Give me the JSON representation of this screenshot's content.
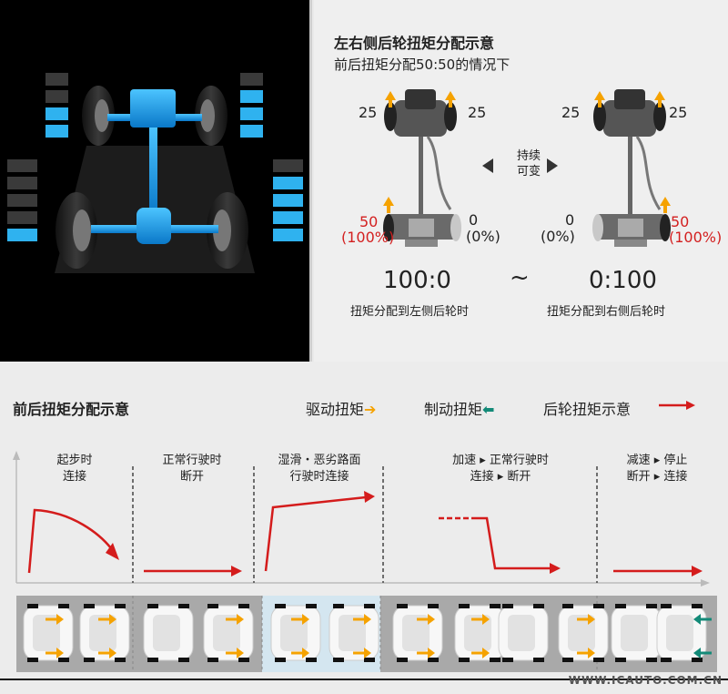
{
  "torque_split": {
    "title": "左右侧后轮扭矩分配示意",
    "subtitle": "前后扭矩分配50:50的情况下",
    "left_case": {
      "front_left": "25",
      "front_right": "25",
      "rear_left": "50",
      "rear_left_pct": "(100%)",
      "rear_right": "0",
      "rear_right_pct": "(0%)",
      "ratio": "100:0",
      "caption": "扭矩分配到左侧后轮时"
    },
    "right_case": {
      "front_left": "25",
      "front_right": "25",
      "rear_left": "0",
      "rear_left_pct": "(0%)",
      "rear_right": "50",
      "rear_right_pct": "(100%)",
      "ratio": "0:100",
      "caption": "扭矩分配到右侧后轮时"
    },
    "continue_line1": "持续",
    "continue_line2": "可变",
    "tilde": "~"
  },
  "bottom": {
    "title": "前后扭矩分配示意",
    "legend": {
      "drive": "驱动扭矩",
      "brake": "制动扭矩",
      "rear": "后轮扭矩示意"
    },
    "phases": [
      {
        "line1": "起步时",
        "line2": "连接"
      },
      {
        "line1": "正常行驶时",
        "line2": "断开"
      },
      {
        "line1": "湿滑・恶劣路面",
        "line2": "行驶时连接"
      },
      {
        "line1": "加速 ▸ 正常行驶时",
        "line2": "连接 ▸ 断开"
      },
      {
        "line1": "减速 ▸ 停止",
        "line2": "断开 ▸ 连接"
      }
    ],
    "watermark": "WWW.ICAUTO.COM.CN"
  },
  "colors": {
    "accent_blue": "#1aa0e8",
    "drive_arrow": "#f5a200",
    "brake_arrow": "#138a78",
    "rear_curve": "#d41c1c",
    "red_text": "#d31f1f"
  }
}
